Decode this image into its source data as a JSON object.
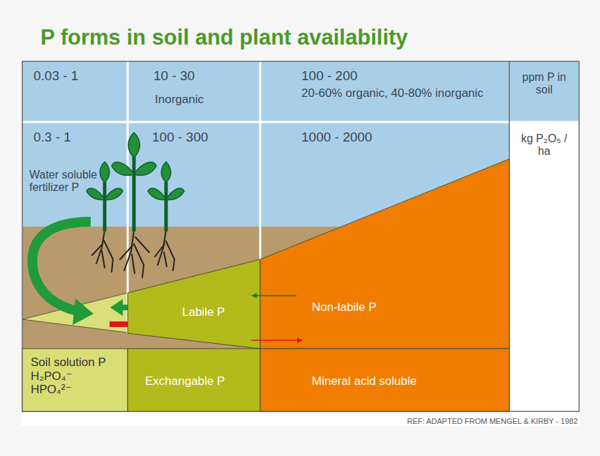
{
  "diagram": {
    "title": "P forms in soil and plant availability",
    "nodes": [
      {
        "text": [
          "Labile P"
        ]
      },
      {
        "text": [
          "Non-labile P"
        ]
      },
      {
        "text": [
          "Soil solution P H₂PO₄⁻ HPO₄²⁻"
        ]
      },
      {
        "text": [
          "Exchangable P"
        ]
      },
      {
        "text": [
          "Mineral acid soluble"
        ]
      }
    ],
    "edges": [
      {
        "from": 1,
        "to": 0,
        "arrow": "to"
      },
      {
        "from": 0,
        "to": 1,
        "arrow": "to"
      }
    ],
    "labels": [
      "0.03 - 1",
      "10 - 30",
      "Inorganic",
      "100 - 200",
      "20-60% organic, 40-80% inorganic",
      "ppm P in soil",
      "0.3 - 1",
      "100 - 300",
      "1000 - 2000",
      "kg P₂O₅ / ha",
      "Water soluble fertilizer P",
      "REF: ADAPTED FROM MENGEL & KIRBY - 1982"
    ]
  }
}
